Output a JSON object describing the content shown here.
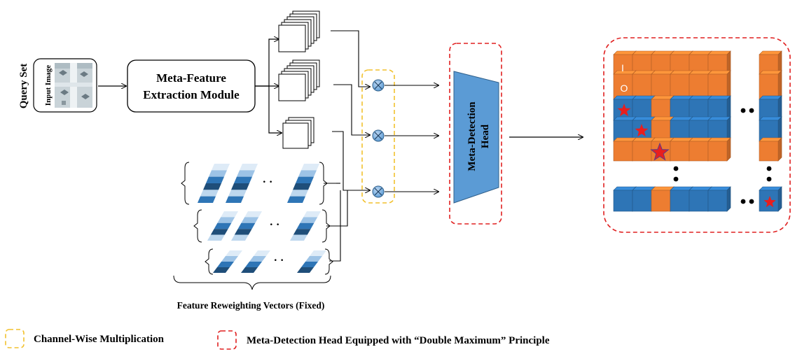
{
  "query": {
    "set_label": "Query Set",
    "image_label": "Input Image"
  },
  "extractor": {
    "line1": "Meta-Feature",
    "line2": "Extraction Module"
  },
  "head": {
    "label_line1": "Meta-Detection",
    "label_line2": "Head"
  },
  "reweighting": {
    "caption": "Feature Reweighting Vectors (Fixed)",
    "dots": "· ·"
  },
  "grid": {
    "label_i": "I",
    "label_o": "O"
  },
  "legend": {
    "channel_wise": "Channel-Wise Multiplication",
    "double_max": "Meta-Detection Head Equipped with “Double Maximum” Principle"
  },
  "colors": {
    "orange": "#ed7d31",
    "blue": "#2e75b6",
    "head_blue": "#5b9bd5",
    "yellow_dash": "#f2c12e",
    "red_dash": "#e02020",
    "star": "#e81e1e"
  },
  "icons": [
    "multiply-icon",
    "star-icon"
  ]
}
